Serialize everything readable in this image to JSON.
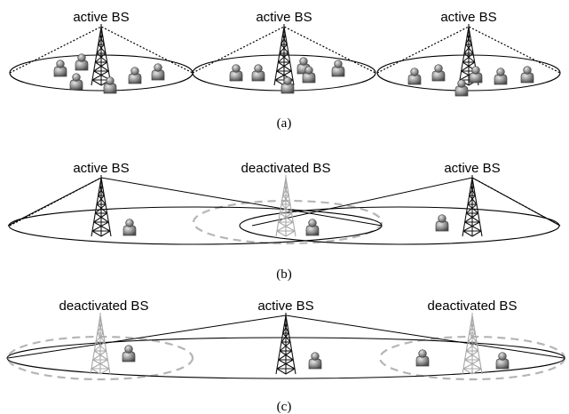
{
  "panels": [
    {
      "id": "a",
      "caption": "(a)",
      "labels": [
        "active BS",
        "active BS",
        "active BS"
      ]
    },
    {
      "id": "b",
      "caption": "(b)",
      "labels": [
        "active BS",
        "deactivated BS",
        "active BS"
      ]
    },
    {
      "id": "c",
      "caption": "(c)",
      "labels": [
        "deactivated BS",
        "active BS",
        "deactivated BS"
      ]
    }
  ],
  "colors": {
    "active": "#111111",
    "deactivated": "#a8a8a8",
    "user": "#8a8a8a"
  },
  "icons": [
    "tower-icon",
    "user-icon"
  ]
}
